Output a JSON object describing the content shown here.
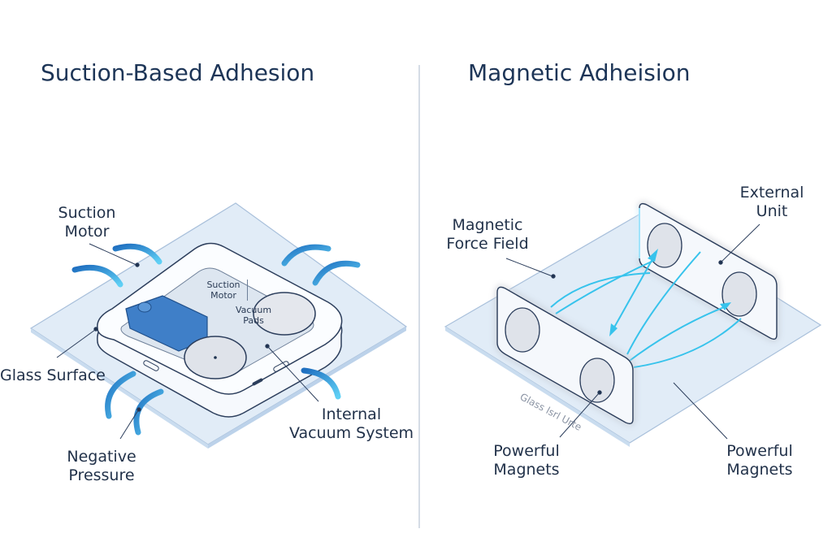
{
  "left_panel": {
    "title": "Suction-Based Adhesion",
    "labels": {
      "suction_motor": "Suction Motor",
      "glass_surface": "Glass Surface",
      "negative_pressure": "Negative Pressure",
      "internal_vacuum_system": "Internal Vacuum System",
      "inner_suction_motor": "Suction Motor",
      "vacuum_pads": "Vacuum Pads"
    }
  },
  "right_panel": {
    "title": "Magnetic Adheision",
    "labels": {
      "magnetic_force_field": "Magnetic Force Field",
      "external_unit": "External Unit",
      "powerful_magnets_left": "Powerful Magnets",
      "powerful_magnets_right": "Powerful Magnets",
      "glass_surface_garbled": "Glass lsrl Urte"
    }
  },
  "colors": {
    "title": "#1d3557",
    "arrow": "#3a9be0",
    "field_line": "#37c3ec",
    "glass": "#dbe8f5",
    "motor": "#3f7fc8"
  }
}
